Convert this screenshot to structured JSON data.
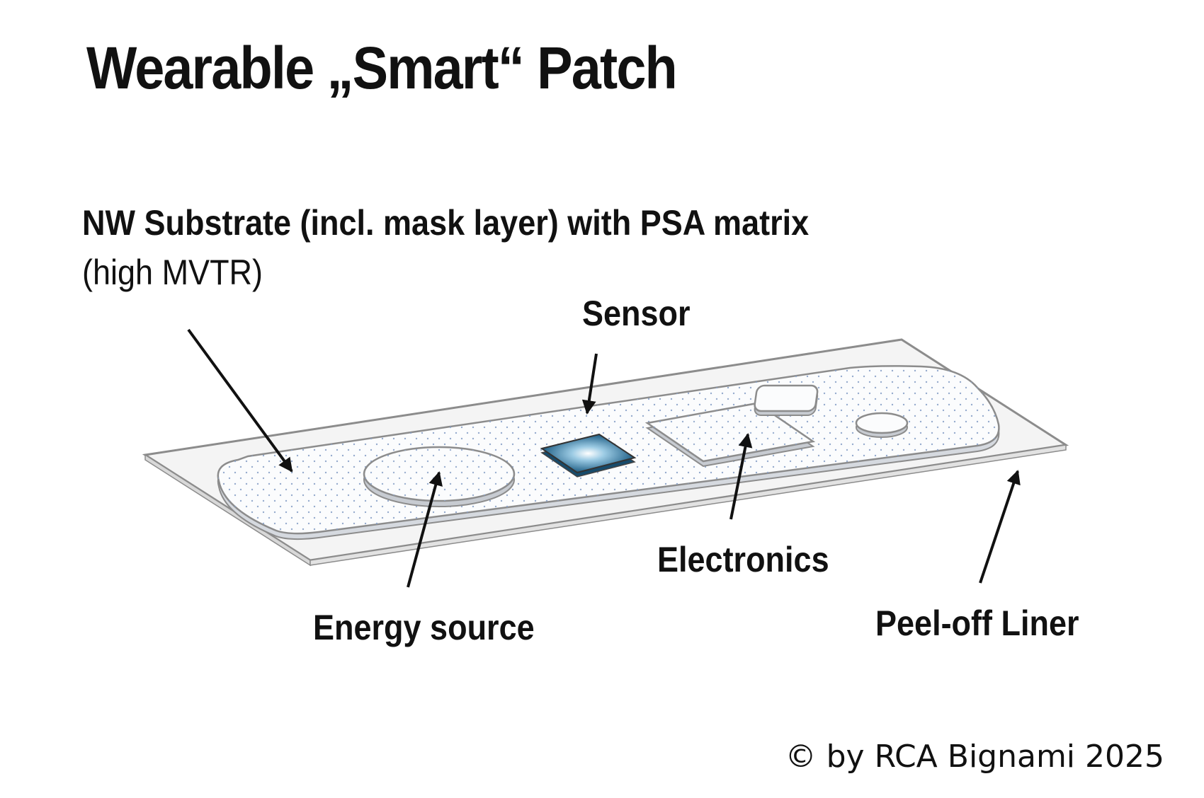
{
  "title": "Wearable „Smart“ Patch",
  "labels": {
    "substrate_line1": "NW Substrate (incl. mask layer) with PSA matrix",
    "substrate_line2": "(high MVTR)",
    "sensor": "Sensor",
    "electronics": "Electronics",
    "energy_source": "Energy source",
    "liner": "Peel-off Liner"
  },
  "copyright": "© by RCA Bignami 2025",
  "colors": {
    "liner_stroke": "#9a9a9a",
    "substrate_fill": "#f7f9fc",
    "dot_color": "#8aa2c8",
    "sensor_chip": "#1f5f86",
    "arrow": "#111111"
  }
}
